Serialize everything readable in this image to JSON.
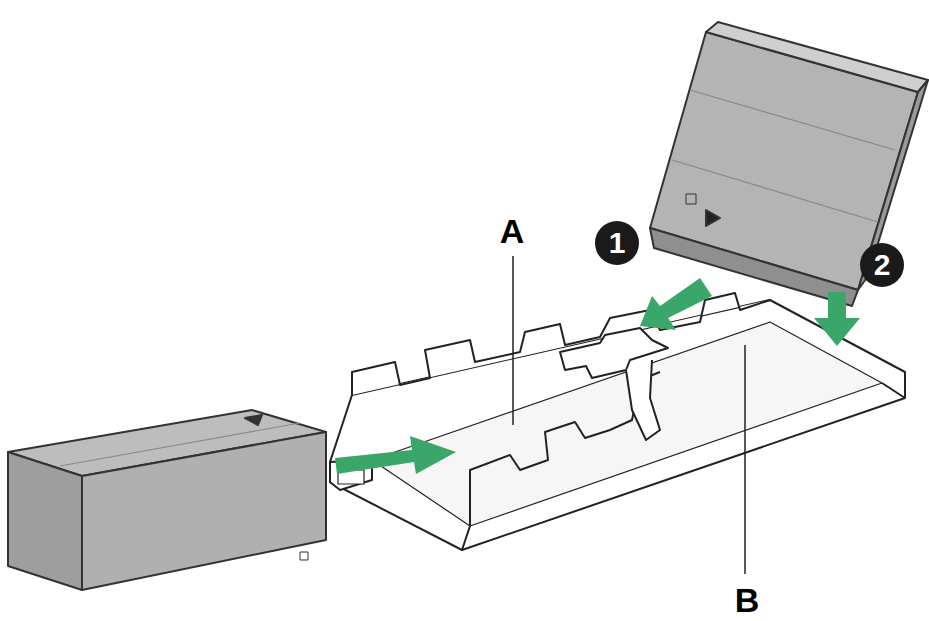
{
  "diagram": {
    "labels": [
      "A",
      "1",
      "2",
      "B"
    ]
  }
}
